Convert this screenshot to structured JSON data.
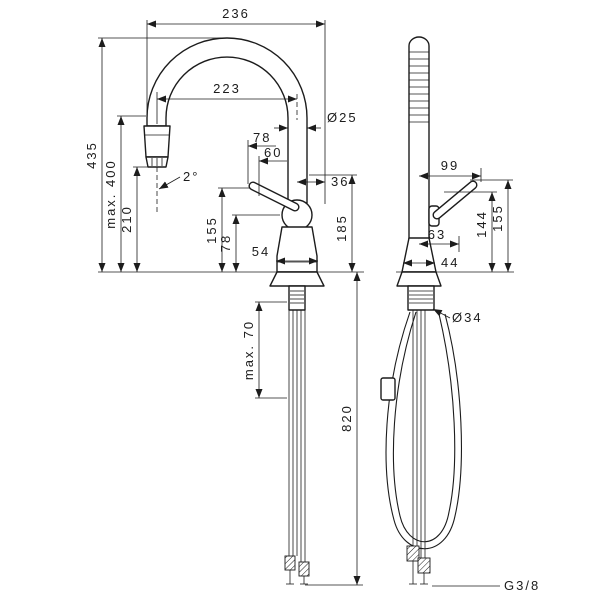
{
  "colors": {
    "line": "#1c1c1c",
    "background": "#ffffff"
  },
  "front_view": {
    "reach_overall": "236",
    "reach_spout": "223",
    "spout_diameter": "Ø25",
    "offset_a": "78",
    "offset_b": "60",
    "height_total": "435",
    "height_max": "max. 400",
    "height_outlet": "210",
    "swivel_angle": "2°",
    "height_155": "155",
    "height_78": "78",
    "base_width": "54",
    "height_185": "185",
    "offset_36": "36",
    "hose_pull_max": "max. 70",
    "hose_length": "820"
  },
  "side_view": {
    "handle_reach": "99",
    "offset_63": "63",
    "height_144": "144",
    "height_155": "155",
    "base_depth": "44",
    "shank_diameter": "Ø34",
    "connection_thread": "G3/8"
  }
}
